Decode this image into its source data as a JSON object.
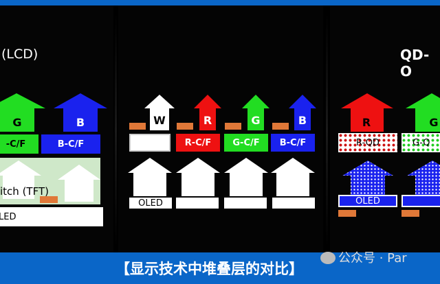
{
  "lcd": {
    "title": "(LCD)",
    "houses": [
      {
        "letter": "G",
        "color": "#22dd22"
      },
      {
        "letter": "B",
        "color": "#1a22ee"
      }
    ],
    "filters": [
      "-C/F",
      "B-C/F"
    ],
    "tft_label": "itch (TFT)",
    "led_label": "LED"
  },
  "oled": {
    "houses": [
      {
        "letter": "W",
        "color": "#ffffff",
        "text_color": "#000000"
      },
      {
        "letter": "R",
        "color": "#ee1111",
        "text_color": "#ffffff"
      },
      {
        "letter": "G",
        "color": "#22dd22",
        "text_color": "#ffffff"
      },
      {
        "letter": "B",
        "color": "#1a22ee",
        "text_color": "#ffffff"
      }
    ],
    "filters": [
      "",
      "R-C/F",
      "G-C/F",
      "B-C/F"
    ],
    "oled_label": "OLED"
  },
  "qd": {
    "title": "QD-O",
    "houses": [
      {
        "letter": "R",
        "color": "#ee1111"
      },
      {
        "letter": "G",
        "color": "#22dd22"
      }
    ],
    "layers": [
      "R-QD",
      "G-Q"
    ],
    "oled_label": "OLED"
  },
  "caption": "【显示技术中堆叠层的对比】",
  "watermark": "公众号 · Par"
}
